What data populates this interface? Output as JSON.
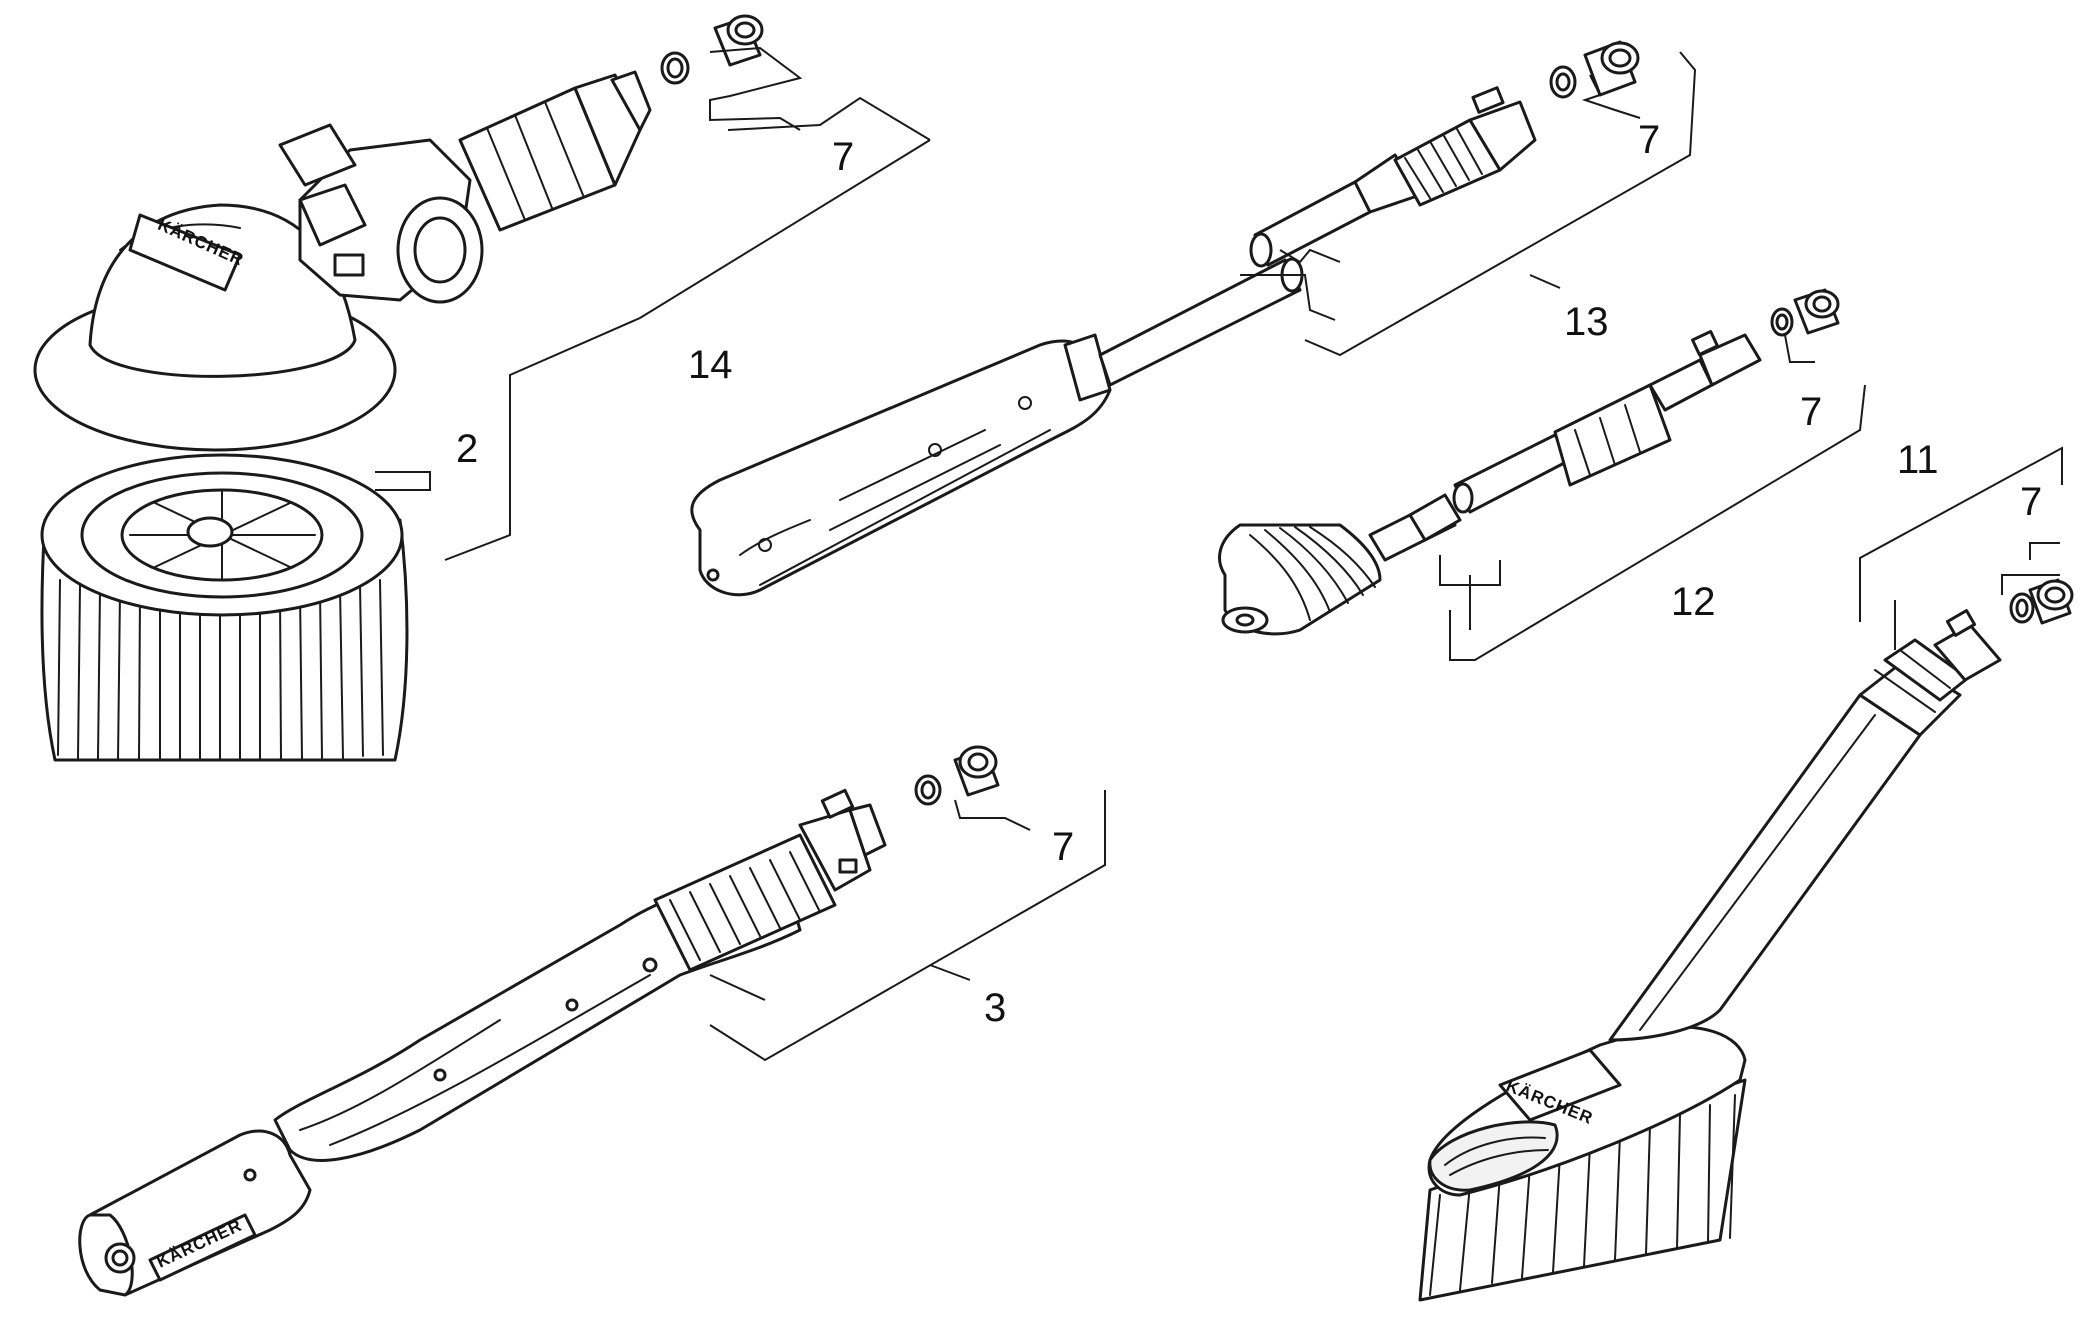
{
  "diagram": {
    "brand_text": "KÄRCHER",
    "callouts": {
      "part_2": "2",
      "part_3": "3",
      "part_7": "7",
      "part_11": "11",
      "part_12": "12",
      "part_13": "13",
      "part_14": "14"
    }
  }
}
